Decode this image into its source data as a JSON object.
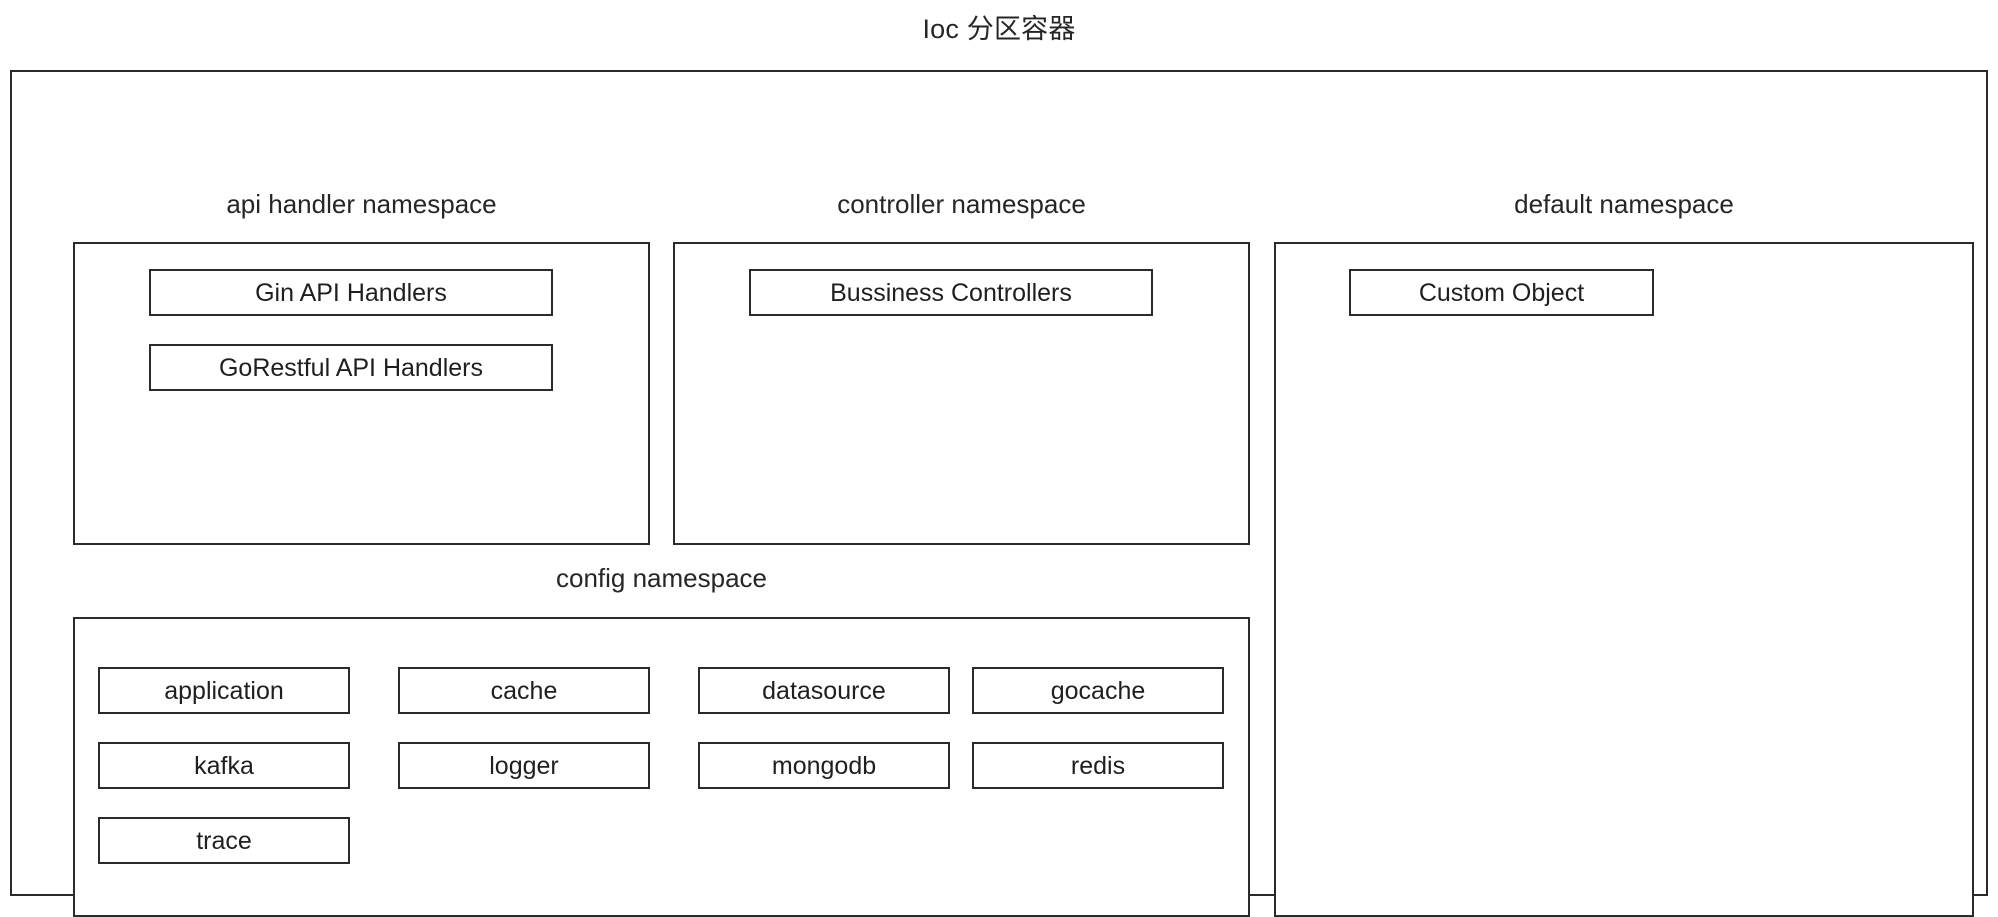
{
  "diagram": {
    "title": "Ioc 分区容器",
    "namespaces": [
      {
        "id": "api-handler",
        "label": "api handler namespace",
        "items": [
          {
            "label": "Gin API Handlers"
          },
          {
            "label": "GoRestful API Handlers"
          }
        ]
      },
      {
        "id": "controller",
        "label": "controller namespace",
        "items": [
          {
            "label": "Bussiness Controllers"
          }
        ]
      },
      {
        "id": "default",
        "label": "default namespace",
        "items": [
          {
            "label": "Custom Object"
          }
        ]
      },
      {
        "id": "config",
        "label": "config namespace",
        "items": [
          {
            "label": "application"
          },
          {
            "label": "cache"
          },
          {
            "label": "datasource"
          },
          {
            "label": "gocache"
          },
          {
            "label": "kafka"
          },
          {
            "label": "logger"
          },
          {
            "label": "mongodb"
          },
          {
            "label": "redis"
          },
          {
            "label": "trace"
          }
        ]
      }
    ]
  },
  "colors": {
    "stroke": "#2b2b2b",
    "text": "#1f1f1f",
    "background": "#ffffff"
  }
}
